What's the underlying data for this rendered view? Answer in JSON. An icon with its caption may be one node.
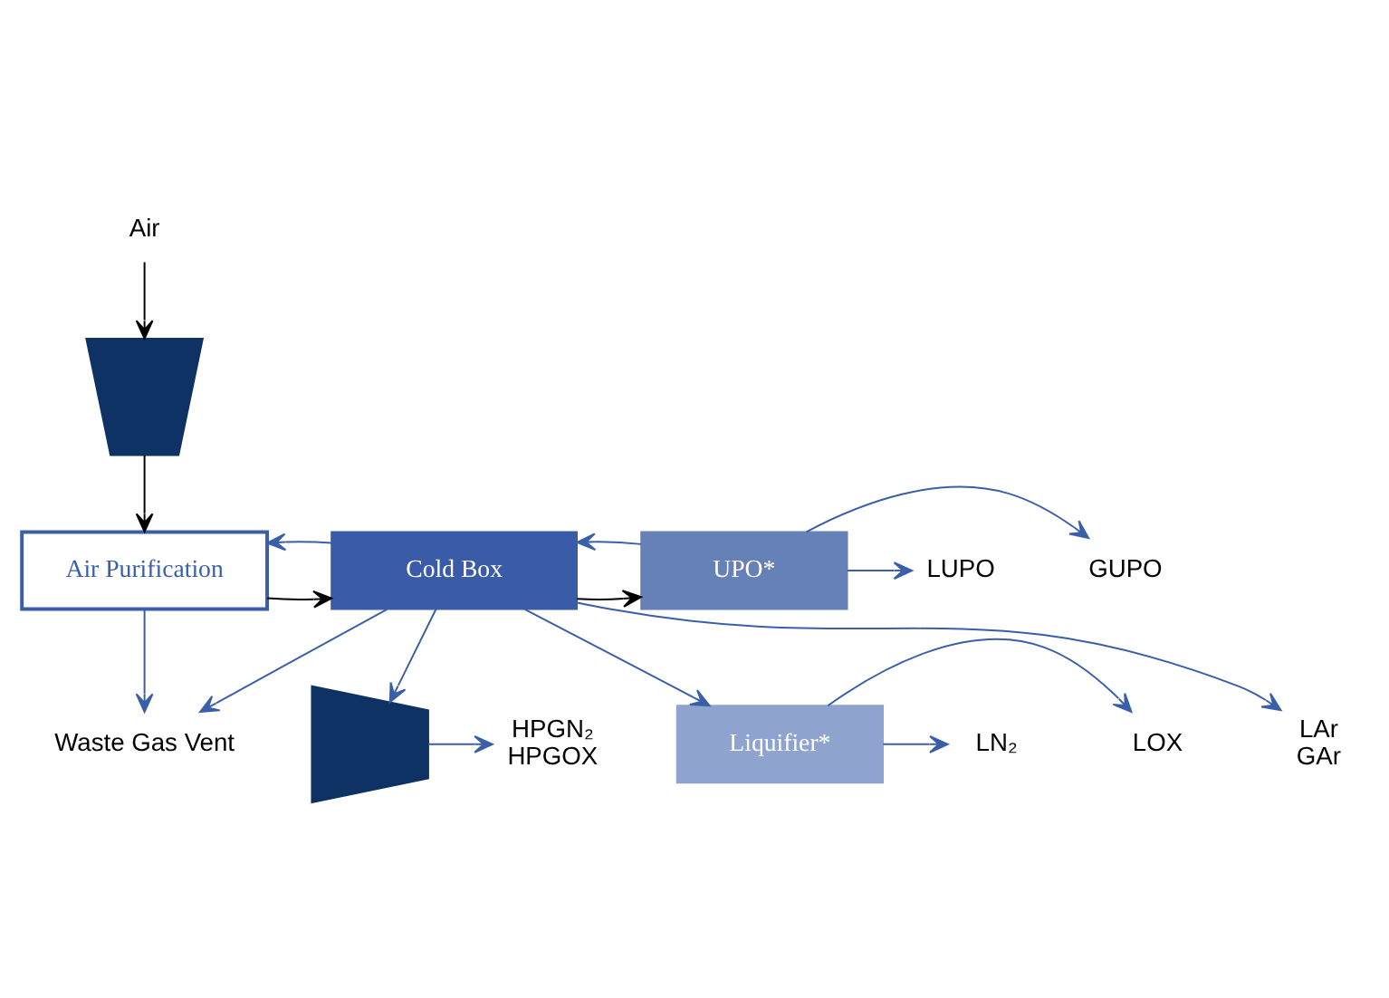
{
  "diagram": {
    "nodes": [
      {
        "text": [
          "Air"
        ]
      },
      {
        "text": [],
        "shape": "trapezoid"
      },
      {
        "text": [
          "Air Purification"
        ]
      },
      {
        "text": [
          "Cold Box"
        ]
      },
      {
        "text": [],
        "shape": "trapezoid"
      },
      {
        "text": [
          "HPGN₂",
          "HPGOX"
        ]
      },
      {
        "text": [
          "UPO*"
        ]
      },
      {
        "text": [
          "LUPO"
        ]
      },
      {
        "text": [
          "GUPO"
        ]
      },
      {
        "text": [
          "Liquifier*"
        ]
      },
      {
        "text": [
          "LOX"
        ]
      },
      {
        "text": [
          "LN₂"
        ]
      },
      {
        "text": [
          "Waste Gas Vent"
        ]
      },
      {
        "text": [
          "LAr",
          "GAr"
        ]
      }
    ],
    "edges": [
      {
        "from": 0,
        "to": 1,
        "arrow": "to",
        "color": "#000000"
      },
      {
        "from": 1,
        "to": 2,
        "arrow": "to",
        "color": "#000000"
      },
      {
        "from": 2,
        "to": 3,
        "arrow": "to",
        "color": "#000000"
      },
      {
        "from": 3,
        "to": 2,
        "arrow": "to"
      },
      {
        "from": 3,
        "to": 4,
        "arrow": "to"
      },
      {
        "from": 4,
        "to": 5,
        "arrow": "to"
      },
      {
        "from": 3,
        "to": 6,
        "arrow": "to",
        "color": "#000000"
      },
      {
        "from": 6,
        "to": 3,
        "arrow": "to"
      },
      {
        "from": 6,
        "to": 7,
        "arrow": "to"
      },
      {
        "from": 6,
        "to": 8,
        "arrow": "to"
      },
      {
        "from": 3,
        "to": 9,
        "arrow": "to"
      },
      {
        "from": 9,
        "to": 10,
        "arrow": "to"
      },
      {
        "from": 9,
        "to": 11,
        "arrow": "to"
      },
      {
        "from": 2,
        "to": 12,
        "arrow": "to"
      },
      {
        "from": 3,
        "to": 12,
        "arrow": "to"
      },
      {
        "from": 3,
        "to": 13,
        "arrow": "to"
      }
    ]
  }
}
